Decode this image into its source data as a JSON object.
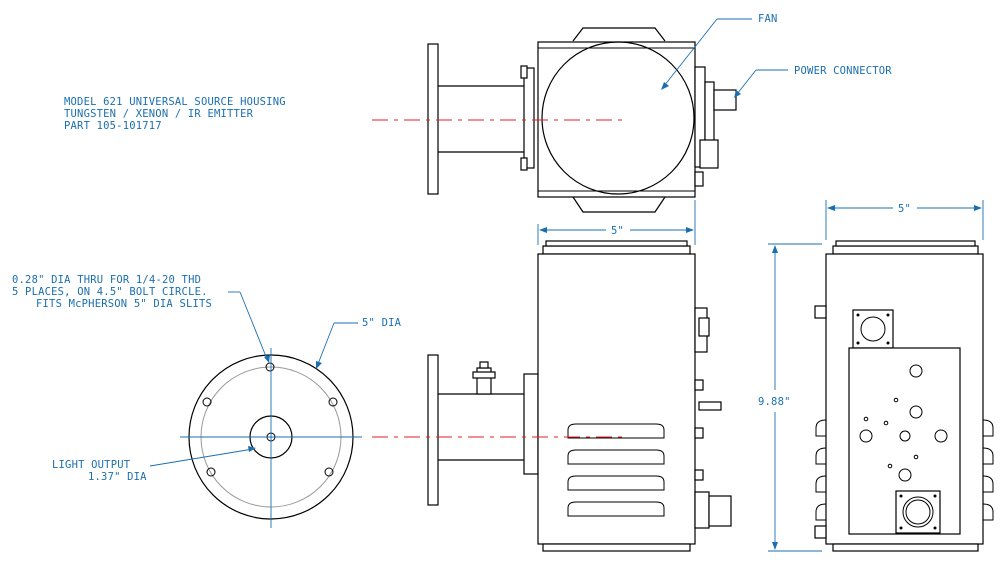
{
  "title_block": {
    "line1": "MODEL 621 UNIVERSAL SOURCE HOUSING",
    "line2": "TUNGSTEN / XENON / IR EMITTER",
    "line3": "PART 105-101717"
  },
  "callouts": {
    "fan": "FAN",
    "power_connector": "POWER CONNECTOR",
    "flange_dia": "5\" DIA",
    "holes_line1": "0.28\" DIA THRU FOR 1/4-20 THD",
    "holes_line2": "5 PLACES, ON 4.5\" BOLT CIRCLE.",
    "holes_line3": "FITS McPHERSON 5\" DIA SLITS",
    "light_output_line1": "LIGHT OUTPUT",
    "light_output_line2": "1.37\" DIA"
  },
  "dimensions": {
    "side_width": "5\"",
    "back_width": "5\"",
    "height": "9.88\""
  },
  "colors": {
    "text": "#1a6fb0",
    "centerline": "#e02020",
    "linework": "#000000"
  }
}
